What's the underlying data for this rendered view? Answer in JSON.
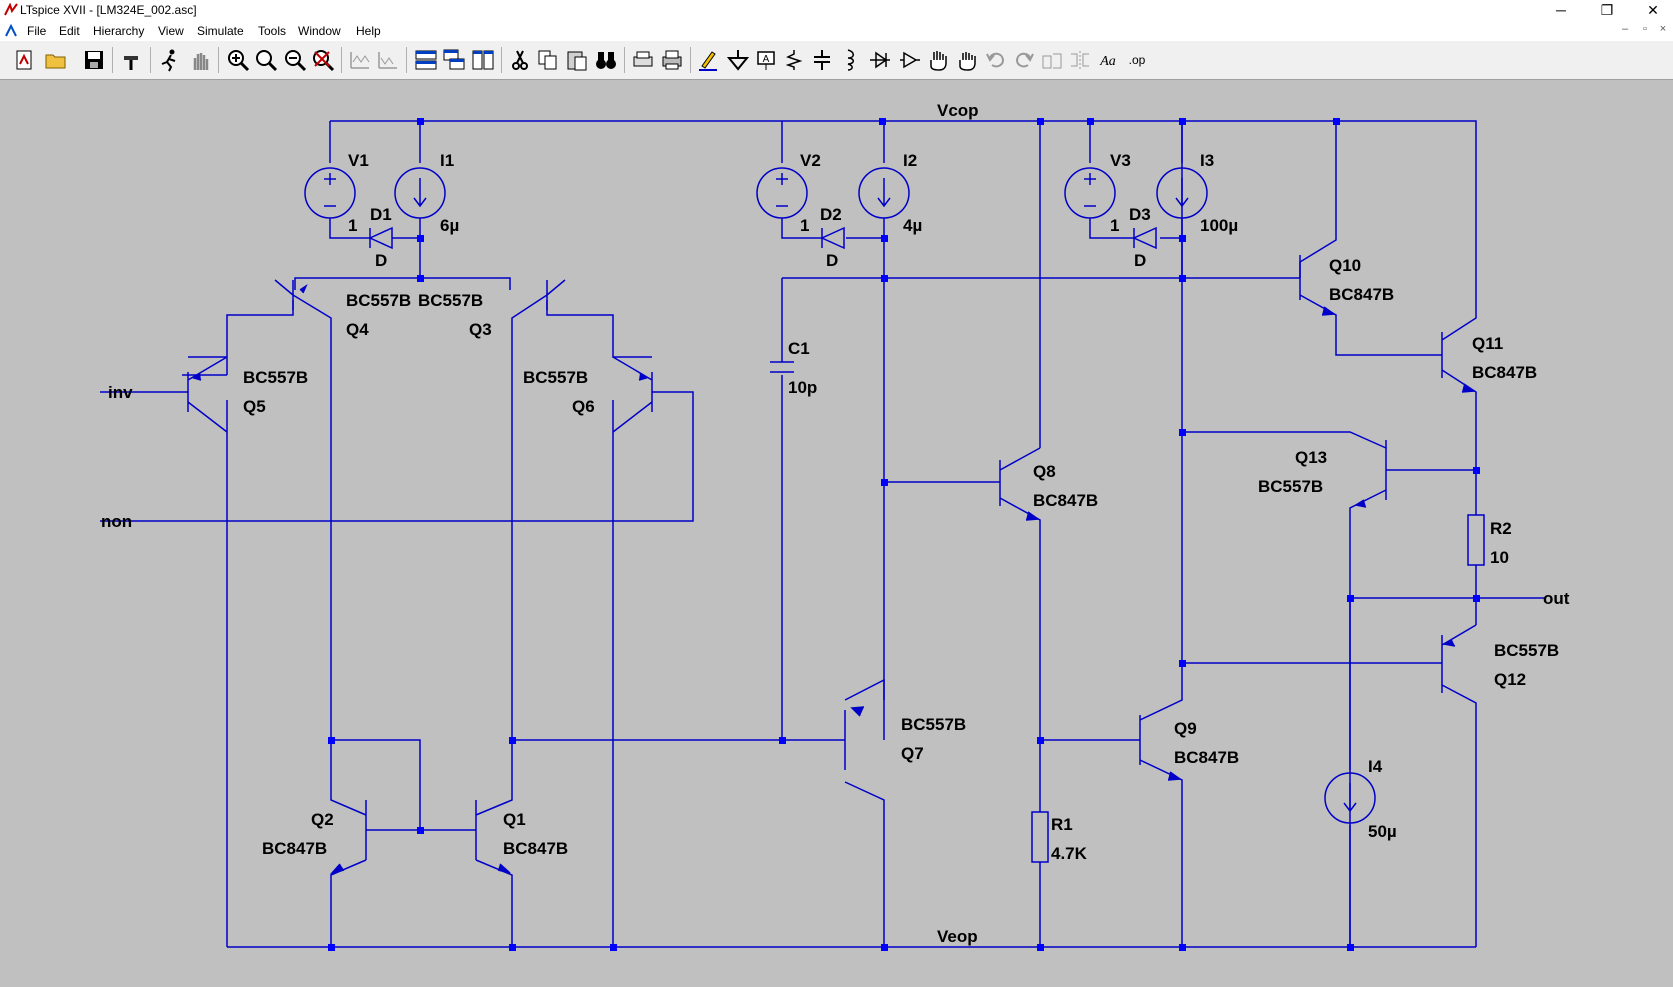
{
  "window": {
    "title": "LTspice XVII - [LM324E_002.asc]"
  },
  "menu": {
    "items": [
      "File",
      "Edit",
      "Hierarchy",
      "View",
      "Simulate",
      "Tools",
      "Window",
      "Help"
    ]
  },
  "window_buttons": {
    "minimize": "─",
    "restore": "❐",
    "close": "✕"
  },
  "mdi_buttons": {
    "minimize": "–",
    "restore": "▫",
    "close": "×"
  },
  "toolbar": {
    "buttons": [
      "new-schematic",
      "open",
      "save",
      "control-panel",
      "run",
      "halt",
      "zoom-in",
      "pan",
      "zoom-out",
      "zoom-fit",
      "autorange-x",
      "autorange-y",
      "tile-horizontal",
      "cascade",
      "tile-vertical",
      "cut",
      "copy",
      "paste",
      "find",
      "print-preview",
      "print",
      "draw-wire",
      "ground",
      "label-net",
      "resistor",
      "capacitor",
      "inductor",
      "diode",
      "component",
      "move",
      "drag",
      "undo",
      "redo",
      "rotate",
      "mirror",
      "text",
      "spice-directive"
    ],
    "text_labels": {
      "text_tool": "Aa",
      "directive_tool": ".op"
    }
  },
  "schematic": {
    "nets": {
      "supply_pos": "Vcop",
      "supply_neg": "Veop",
      "in_inv": "inv",
      "in_non": "non",
      "output": "out"
    },
    "components": [
      {
        "ref": "V1",
        "value": "1"
      },
      {
        "ref": "I1",
        "value": "6µ"
      },
      {
        "ref": "D1",
        "value": "D"
      },
      {
        "ref": "V2",
        "value": "1"
      },
      {
        "ref": "I2",
        "value": "4µ"
      },
      {
        "ref": "D2",
        "value": "D"
      },
      {
        "ref": "V3",
        "value": "1"
      },
      {
        "ref": "I3",
        "value": "100µ"
      },
      {
        "ref": "D3",
        "value": "D"
      },
      {
        "ref": "Q4",
        "value": "BC557B"
      },
      {
        "ref": "Q3",
        "value": "BC557B"
      },
      {
        "ref": "Q5",
        "value": "BC557B"
      },
      {
        "ref": "Q6",
        "value": "BC557B"
      },
      {
        "ref": "Q1",
        "value": "BC847B"
      },
      {
        "ref": "Q2",
        "value": "BC847B"
      },
      {
        "ref": "Q7",
        "value": "BC557B"
      },
      {
        "ref": "Q8",
        "value": "BC847B"
      },
      {
        "ref": "Q9",
        "value": "BC847B"
      },
      {
        "ref": "Q10",
        "value": "BC847B"
      },
      {
        "ref": "Q11",
        "value": "BC847B"
      },
      {
        "ref": "Q12",
        "value": "BC557B"
      },
      {
        "ref": "Q13",
        "value": "BC557B"
      },
      {
        "ref": "C1",
        "value": "10p"
      },
      {
        "ref": "R1",
        "value": "4.7K"
      },
      {
        "ref": "R2",
        "value": "10"
      },
      {
        "ref": "I4",
        "value": "50µ"
      }
    ]
  },
  "colors": {
    "wire": "#0000c8",
    "junction": "#0000ff",
    "background": "#c0c0c0",
    "label": "#000000"
  }
}
